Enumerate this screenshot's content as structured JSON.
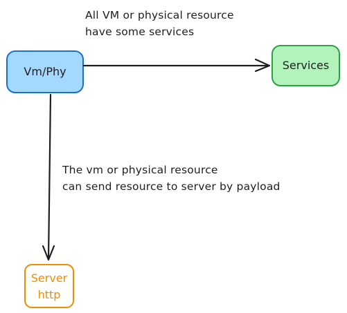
{
  "nodes": {
    "vm": {
      "label": "Vm/Phy",
      "fill": "#a5d8ff",
      "stroke": "#1971c2"
    },
    "services": {
      "label": "Services",
      "fill": "#b2f2bb",
      "stroke": "#2f9e44"
    },
    "server": {
      "label_line1": "Server",
      "label_line2": "http",
      "stroke": "#f08c00",
      "text_color": "#f08c00"
    }
  },
  "annotations": {
    "top": {
      "line1": "All VM or physical resource",
      "line2": "have some services"
    },
    "middle": {
      "line1": "The vm or physical resource",
      "line2": "can send resource to server by payload"
    }
  },
  "colors": {
    "ink": "#1e1e1e",
    "background": "#ffffff"
  }
}
